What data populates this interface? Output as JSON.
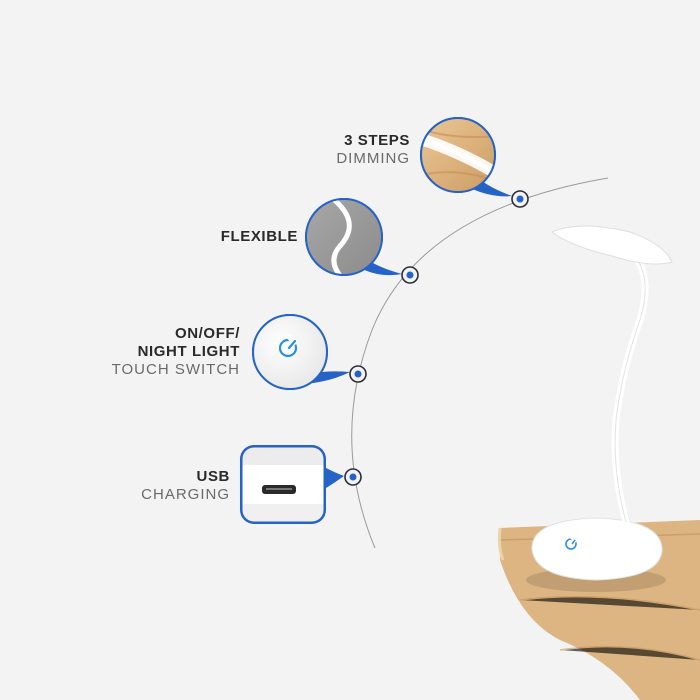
{
  "features": [
    {
      "id": "dimming",
      "lines_bold": [
        "3 STEPS"
      ],
      "lines_thin": [
        "DIMMING"
      ],
      "icon": "wood-light-icon"
    },
    {
      "id": "flexible",
      "lines_bold": [
        "FLEXIBLE"
      ],
      "lines_thin": [],
      "icon": "flexible-neck-icon"
    },
    {
      "id": "touch",
      "lines_bold": [
        "ON/OFF/",
        "NIGHT LIGHT"
      ],
      "lines_thin": [
        "TOUCH SWITCH"
      ],
      "icon": "power-touch-icon"
    },
    {
      "id": "usb",
      "lines_bold": [
        "USB"
      ],
      "lines_thin": [
        "CHARGING"
      ],
      "icon": "usb-port-icon"
    }
  ],
  "colors": {
    "background": "#f3f3f3",
    "accent_blue": "#2563c7",
    "arc": "#9a9a9a",
    "text_dark": "#2a2a2a",
    "text_light": "#6a6a6a"
  }
}
